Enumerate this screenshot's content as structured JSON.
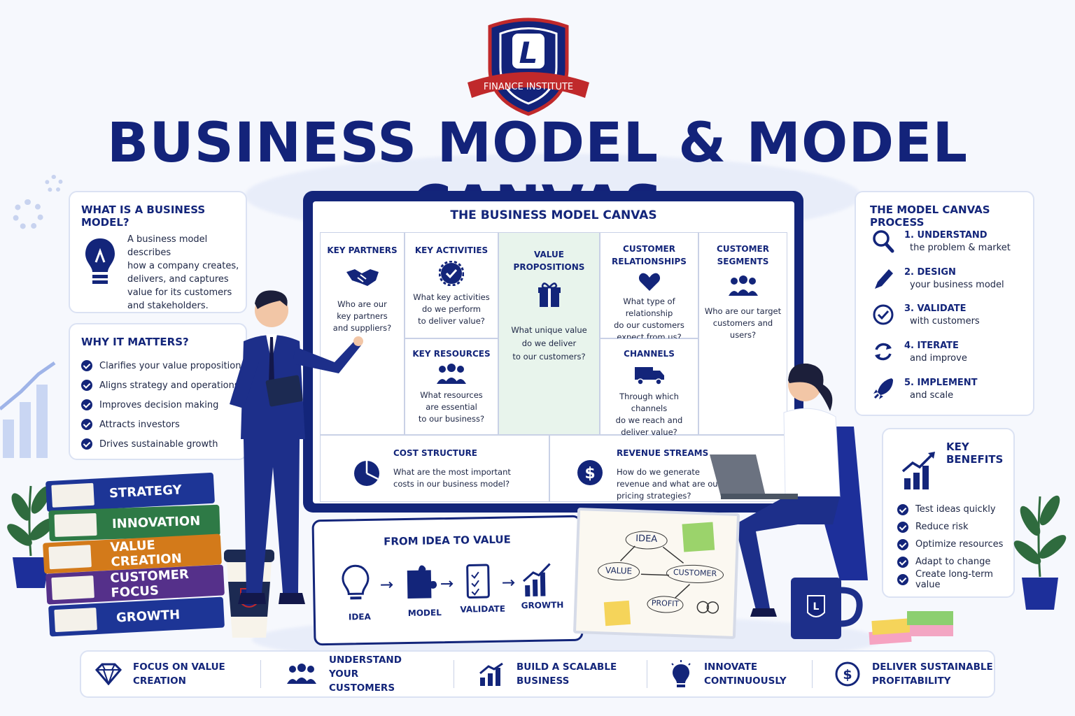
{
  "logo": {
    "text": "FINANCE INSTITUTE",
    "letter": "L"
  },
  "title": "BUSINESS MODEL & MODEL CANVAS",
  "what_is": {
    "title": "WHAT IS A BUSINESS MODEL?",
    "lines": [
      "A business model describes",
      "how a company creates,",
      "delivers, and captures",
      "value for its customers",
      "and stakeholders."
    ]
  },
  "why_matters": {
    "title": "WHY IT MATTERS?",
    "items": [
      "Clarifies your value proposition",
      "Aligns strategy and operations",
      "Improves decision making",
      "Attracts investors",
      "Drives sustainable growth"
    ]
  },
  "canvas": {
    "title": "THE BUSINESS MODEL CANVAS",
    "key_partners": {
      "title": "KEY PARTNERS",
      "lines": [
        "Who are our",
        "key partners",
        "and suppliers?"
      ]
    },
    "key_activities": {
      "title": "KEY ACTIVITIES",
      "lines": [
        "What key activities",
        "do we perform",
        "to deliver value?"
      ]
    },
    "key_resources": {
      "title": "KEY RESOURCES",
      "lines": [
        "What resources",
        "are essential",
        "to our business?"
      ]
    },
    "value_propositions": {
      "title_lines": [
        "VALUE",
        "PROPOSITIONS"
      ],
      "lines": [
        "What unique value",
        "do we deliver",
        "to our customers?"
      ]
    },
    "customer_relationships": {
      "title_lines": [
        "CUSTOMER",
        "RELATIONSHIPS"
      ],
      "lines": [
        "What type of relationship",
        "do our customers",
        "expect from us?"
      ]
    },
    "channels": {
      "title": "CHANNELS",
      "lines": [
        "Through which channels",
        "do we reach and",
        "deliver value?"
      ]
    },
    "customer_segments": {
      "title_lines": [
        "CUSTOMER",
        "SEGMENTS"
      ],
      "lines": [
        "Who are our target",
        "customers and",
        "users?"
      ]
    },
    "cost_structure": {
      "title": "COST STRUCTURE",
      "lines": [
        "What are the most important",
        "costs in our business model?"
      ]
    },
    "revenue_streams": {
      "title": "REVENUE STREAMS",
      "lines": [
        "How do we generate",
        "revenue and what are our",
        "pricing strategies?"
      ]
    }
  },
  "process": {
    "title": "THE MODEL CANVAS PROCESS",
    "steps": [
      {
        "label": "1. UNDERSTAND",
        "sub": "the problem & market",
        "icon": "magnifier-icon"
      },
      {
        "label": "2. DESIGN",
        "sub": "your business model",
        "icon": "pencil-icon"
      },
      {
        "label": "3. VALIDATE",
        "sub": "with customers",
        "icon": "check-circle-icon"
      },
      {
        "label": "4. ITERATE",
        "sub": "and improve",
        "icon": "cycle-icon"
      },
      {
        "label": "5. IMPLEMENT",
        "sub": "and scale",
        "icon": "rocket-icon"
      }
    ]
  },
  "benefits": {
    "title": "KEY BENEFITS",
    "items": [
      "Test ideas quickly",
      "Reduce risk",
      "Optimize resources",
      "Adapt to change",
      "Create long-term value"
    ]
  },
  "books": [
    "STRATEGY",
    "INNOVATION",
    "VALUE CREATION",
    "CUSTOMER FOCUS",
    "GROWTH"
  ],
  "idea_to_value": {
    "title": "FROM IDEA TO VALUE",
    "steps": [
      "IDEA",
      "MODEL",
      "VALIDATE",
      "GROWTH"
    ]
  },
  "whiteboard": {
    "nodes": [
      "IDEA",
      "VALUE",
      "CUSTOMER",
      "PROFIT"
    ]
  },
  "bottom_bar": [
    {
      "lines": [
        "FOCUS ON VALUE",
        "CREATION"
      ],
      "icon": "diamond-icon"
    },
    {
      "lines": [
        "UNDERSTAND YOUR",
        "CUSTOMERS"
      ],
      "icon": "people-icon"
    },
    {
      "lines": [
        "BUILD A SCALABLE",
        "BUSINESS"
      ],
      "icon": "growth-chart-icon"
    },
    {
      "lines": [
        "INNOVATE",
        "CONTINUOUSLY"
      ],
      "icon": "lightbulb-icon"
    },
    {
      "lines": [
        "DELIVER SUSTAINABLE",
        "PROFITABILITY"
      ],
      "icon": "dollar-coin-icon"
    }
  ],
  "colors": {
    "navy": "#13257a",
    "red": "#c0292b",
    "green_cell": "#e8f4ec"
  }
}
